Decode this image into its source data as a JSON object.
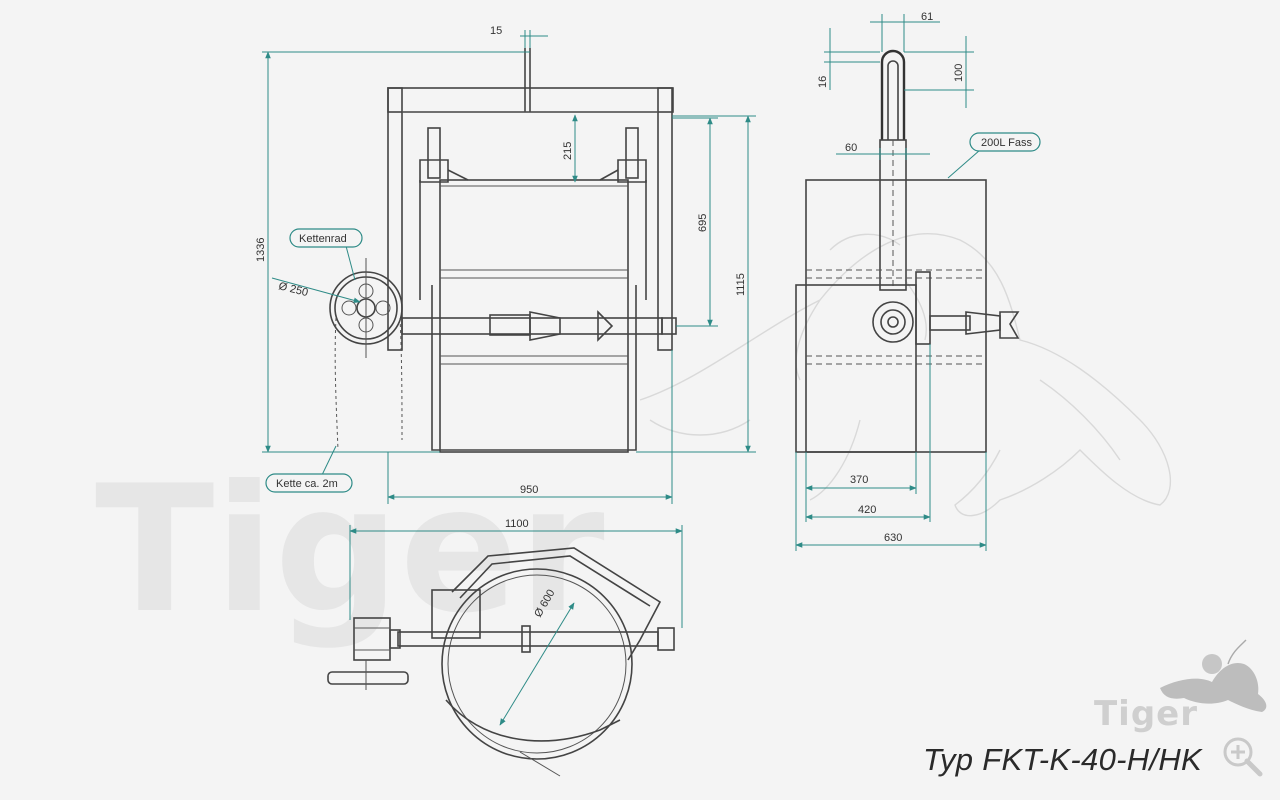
{
  "title": "Typ FKT-K-40-H/HK",
  "brand": "Tiger",
  "watermark": "Tiger",
  "colors": {
    "dimension": "#2e8b87",
    "line": "#444444",
    "background": "#f4f4f4"
  },
  "callouts": {
    "kettenrad": "Kettenrad",
    "kette": "Kette ca. 2m",
    "fass": "200L Fass"
  },
  "dimensions": {
    "d15": "15",
    "d1336": "1336",
    "d215": "215",
    "d695": "695",
    "d1115": "1115",
    "d250": "Ø 250",
    "d950": "950",
    "d1100": "1100",
    "d600": "Ø 600",
    "d61": "61",
    "d16": "16",
    "d100": "100",
    "d60": "60",
    "d370": "370",
    "d420": "420",
    "d630": "630"
  },
  "icons": {
    "zoom": "zoom-in-icon",
    "logo": "tiger-logo-icon"
  }
}
